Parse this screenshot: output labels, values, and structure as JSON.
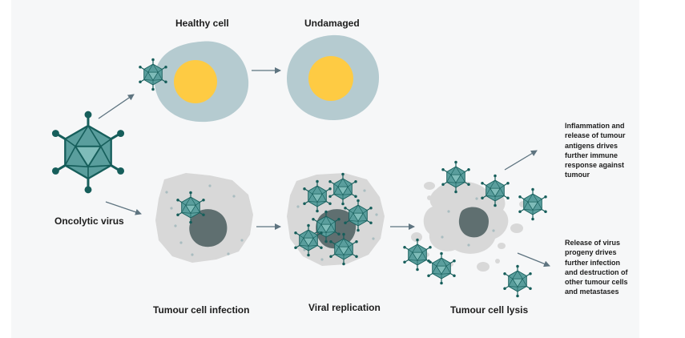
{
  "labels": {
    "healthy_cell": "Healthy cell",
    "undamaged": "Undamaged",
    "oncolytic_virus": "Oncolytic virus",
    "tumour_cell_infection": "Tumour cell infection",
    "viral_replication": "Viral replication",
    "tumour_cell_lysis": "Tumour cell lysis"
  },
  "notes": {
    "inflammation": "Inflammation and release of tumour antigens drives further immune response against tumour",
    "release": "Release of virus progeny drives further infection and destruction of other tumour cells and metastases"
  },
  "colors": {
    "virus": "#5a9e9d",
    "virus_stroke": "#165e5b",
    "healthy_cell": "#b5cbd0",
    "nucleus_yellow": "#fecb43",
    "tumour_cell": "#d8d8d8",
    "tumour_nucleus": "#5f6f70",
    "arrow": "#5e7480"
  }
}
